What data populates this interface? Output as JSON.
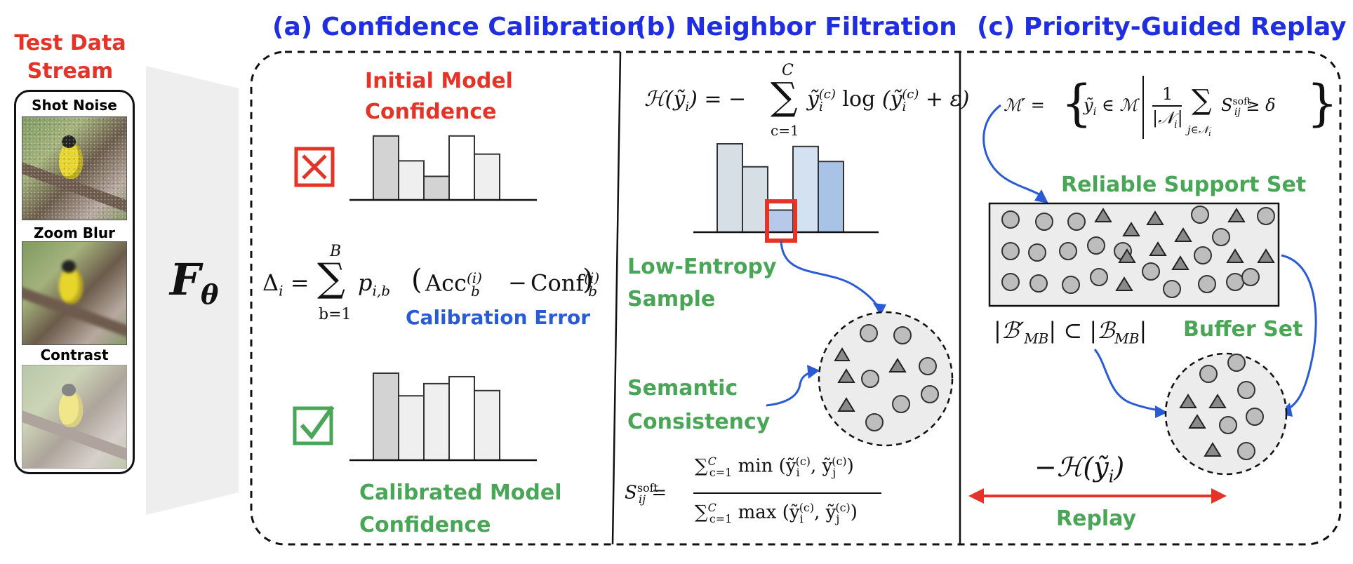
{
  "stream": {
    "title_line1": "Test Data",
    "title_line2": "Stream",
    "labels": [
      "Shot Noise",
      "Zoom Blur",
      "Contrast"
    ]
  },
  "model_symbol": "F",
  "model_subscript": "θ",
  "panel_a": {
    "heading": "(a) Confidence Calibration",
    "initial_line1": "Initial Model",
    "initial_line2": "Confidence",
    "formula_lhs": "Δ",
    "formula_sub": "i",
    "formula_sum_top": "B",
    "formula_sum_bottom": "b=1",
    "formula_body": "p",
    "formula_body_sub": "i,b",
    "formula_acc": "Acc",
    "formula_conf": "Conf",
    "calibration_error": "Calibration Error",
    "calibrated_line1": "Calibrated Model",
    "calibrated_line2": "Confidence"
  },
  "panel_b": {
    "heading": "(b) Neighbor Filtration",
    "entropy_lhs": "ℋ(ỹ",
    "entropy_sum_top": "C",
    "entropy_sum_bottom": "c=1",
    "low_entropy_line1": "Low-Entropy",
    "low_entropy_line2": "Sample",
    "semantic_line1": "Semantic",
    "semantic_line2": "Consistency",
    "soft_lhs": "S",
    "soft_sup": "soft",
    "soft_sub": "ij",
    "soft_num": "min",
    "soft_den": "max"
  },
  "panel_c": {
    "heading": "(c) Priority-Guided Replay",
    "memory_lhs": "ℳ′",
    "memory_condition": "ỹ",
    "memory_delta": "δ",
    "reliable_label": "Reliable Support Set",
    "buffer_expr": "|ℬ′",
    "buffer_expr_sub": "MB",
    "buffer_expr_rhs": "| ⊂ |ℬ",
    "buffer_label": "Buffer Set",
    "neg_entropy": "−ℋ(ỹ",
    "replay_label": "Replay"
  },
  "colors": {
    "red": "#e53327",
    "blue_heading": "#1f2ee0",
    "green": "#4aa657",
    "blue_text": "#2a5bd7",
    "arrow_blue": "#2a5bd7"
  },
  "chart_data": [
    {
      "type": "bar",
      "name": "initial-confidence-histogram",
      "values": [
        0.95,
        0.58,
        0.35,
        0.95,
        0.68
      ],
      "fills": [
        "#d3d3d3",
        "#efefef",
        "#d3d3d3",
        "#ffffff",
        "#efefef"
      ]
    },
    {
      "type": "bar",
      "name": "calibrated-confidence-histogram",
      "values": [
        1.0,
        0.74,
        0.88,
        0.96,
        0.8
      ],
      "fills": [
        "#d3d3d3",
        "#efefef",
        "#efefef",
        "#ffffff",
        "#efefef"
      ]
    },
    {
      "type": "bar",
      "name": "entropy-histogram",
      "values": [
        1.0,
        0.74,
        0.25,
        0.97,
        0.8
      ],
      "fills": [
        "#d6dee6",
        "#d6dee6",
        "#b7c9ea",
        "#d3e1f1",
        "#a9c3e6"
      ],
      "highlighted_index": 2
    }
  ]
}
